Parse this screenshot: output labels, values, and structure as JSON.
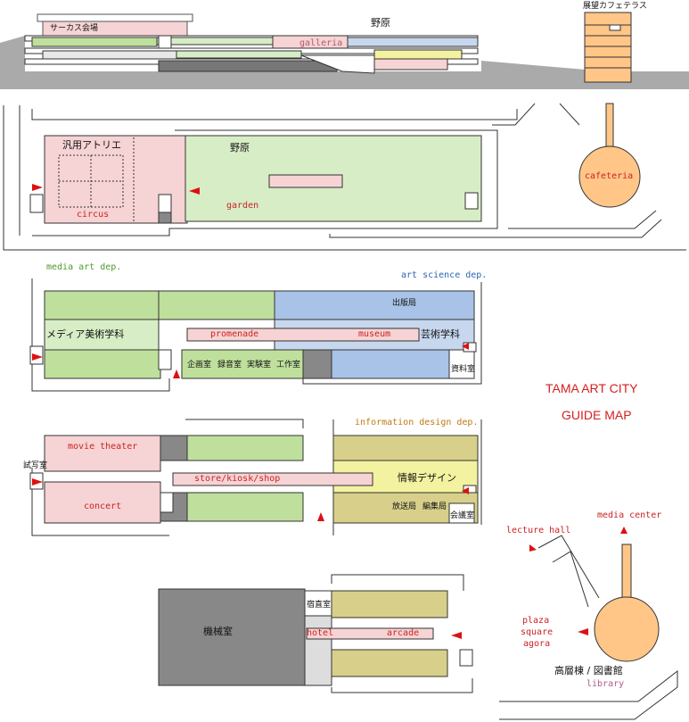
{
  "map_title": {
    "line1": "TAMA ART CITY",
    "line2": "GUIDE MAP"
  },
  "section": {
    "circus_hall": "サーカス会場",
    "nohara_top": "野原",
    "galleria": "galleria",
    "observation_cafe": "展望カフェテラス"
  },
  "floor1": {
    "atelier": "汎用アトリエ",
    "nohara": "野原",
    "garden": "garden",
    "circus": "circus",
    "cafeteria": "cafeteria"
  },
  "floor2": {
    "media_dep": "media art dep.",
    "art_science_dep": "art science dep.",
    "media_jp": "メディア美術学科",
    "art_science_jp": "芸術学科",
    "promenade": "promenade",
    "museum": "museum",
    "publishing": "出版局",
    "planning": "企画室",
    "recording": "録音室",
    "lab": "実験室",
    "workshop": "工作室",
    "archive": "資料室"
  },
  "floor3": {
    "info_dep": "information design dep.",
    "movie_theater": "movie theater",
    "screening": "試写室",
    "concert": "concert",
    "store": "store/kiosk/shop",
    "info_jp": "情報デザイン",
    "broadcast": "放送局",
    "editing": "編集局",
    "meeting": "会議室"
  },
  "floor4": {
    "machine_room": "機械室",
    "front_desk": "宿直室",
    "hotel": "hotel",
    "arcade": "arcade",
    "lecture_hall": "lecture hall",
    "media_center": "media center",
    "plaza": "plaza",
    "square": "square",
    "agora": "agora",
    "tower_library_jp": "高層棟 / 図書館",
    "library": "library"
  }
}
